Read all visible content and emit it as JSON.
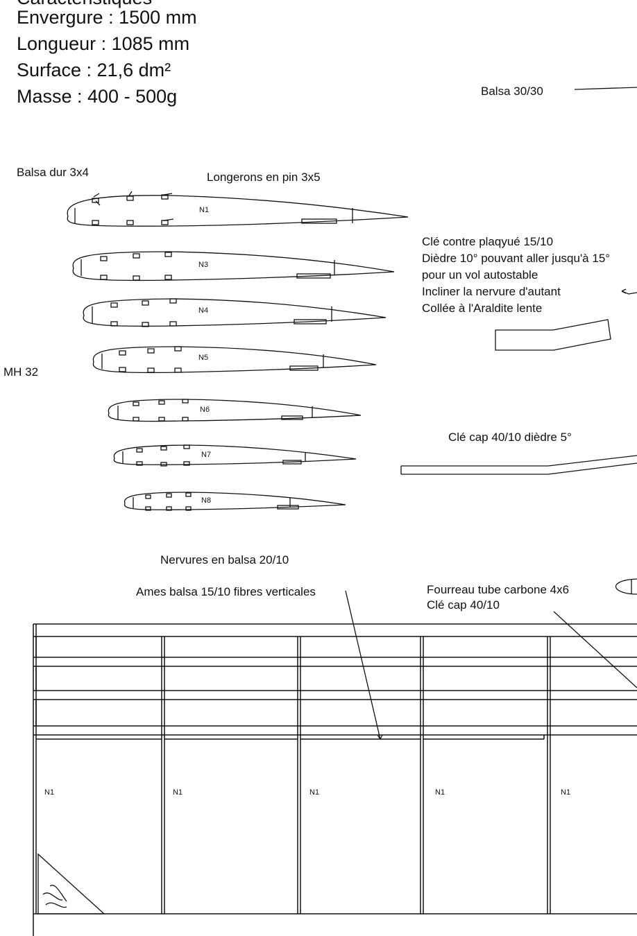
{
  "specs": {
    "cut_top": "Caractéristiques",
    "span": "Envergure : 1500 mm",
    "length": "Longueur : 1085 mm",
    "surface": "Surface : 21,6 dm²",
    "mass": "Masse : 400 - 500g"
  },
  "labels": {
    "balsa_top_right": "Balsa 30/30",
    "balsa_hard": "Balsa dur 3x4",
    "spars": "Longerons en pin 3x5",
    "airfoil": "MH 32",
    "key_note": [
      "Clé contre plaqyué 15/10",
      "Dièdre 10° pouvant aller jusqu'à 15°",
      "pour un vol autostable",
      "Incliner la nervure d'autant",
      "Collée à l'Araldite lente"
    ],
    "key_cap": "Clé cap 40/10 dièdre 5°",
    "ribs_material": "Nervures en balsa 20/10",
    "webs": "Ames balsa 15/10 fibres verticales",
    "sleeve": [
      "Fourreau tube carbone 4x6",
      "Clé cap 40/10"
    ]
  },
  "ribs": [
    "N1",
    "N3",
    "N4",
    "N5",
    "N6",
    "N7",
    "N8"
  ],
  "plan_ribs": [
    "N1",
    "N1",
    "N1",
    "N1",
    "N1"
  ]
}
